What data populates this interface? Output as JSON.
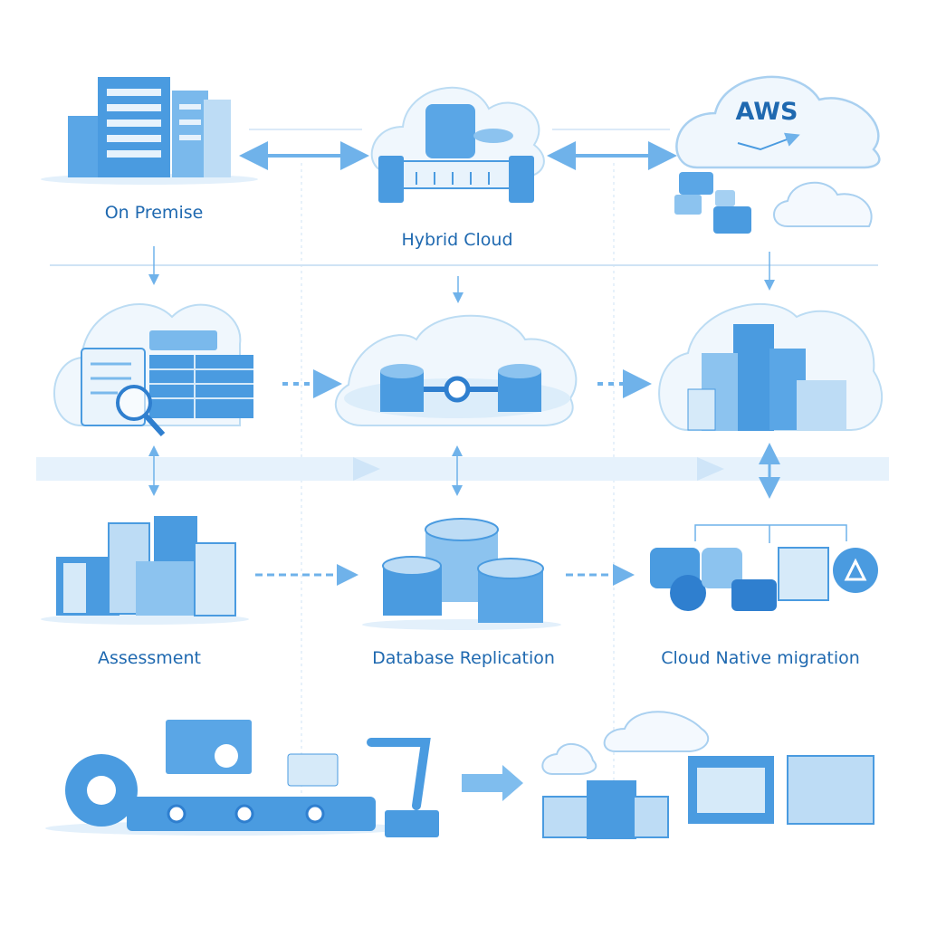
{
  "labels": {
    "on_premise": "On Premise",
    "hybrid_cloud": "Hybrid Cloud",
    "aws": "AWS",
    "assessment": "Assessment",
    "database_replication": "Database Replication",
    "cloud_native_migration": "Cloud Native migration"
  },
  "colors": {
    "text": "#1f69b0",
    "primary": "#4a9be0",
    "dark": "#2f7fcf",
    "light": "#d6eaf9",
    "line": "#a9d0f0"
  }
}
